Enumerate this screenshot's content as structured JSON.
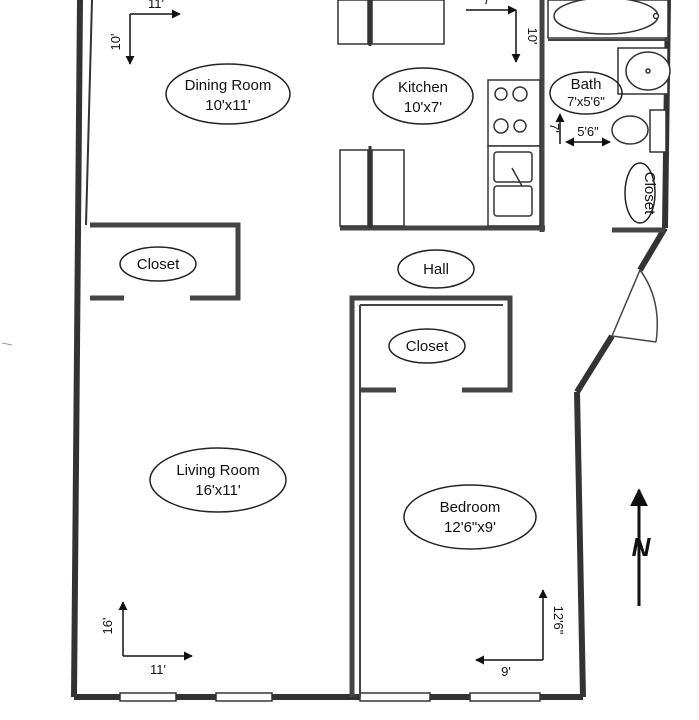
{
  "rooms": [
    {
      "key": "dining",
      "name": "Dining Room",
      "size": "10'x11'"
    },
    {
      "key": "kitchen",
      "name": "Kitchen",
      "size": "10'x7'"
    },
    {
      "key": "bath",
      "name": "Bath",
      "size": "7'x5'6\""
    },
    {
      "key": "living",
      "name": "Living Room",
      "size": "16'x11'"
    },
    {
      "key": "bedroom",
      "name": "Bedroom",
      "size": "12'6\"x9'"
    }
  ],
  "closets": {
    "living": "Closet",
    "bedroom": "Closet",
    "bath": "Closet"
  },
  "hall": "Hall",
  "dimensions": {
    "dining_width": "11'",
    "dining_height": "10'",
    "kitchen_width": "7'",
    "kitchen_height": "10'",
    "bath_width": "5'6\"",
    "bath_height": "7'",
    "living_width": "11'",
    "living_height": "16'",
    "bedroom_width": "9'",
    "bedroom_height": "12'6\""
  },
  "compass": {
    "letter": "N"
  }
}
